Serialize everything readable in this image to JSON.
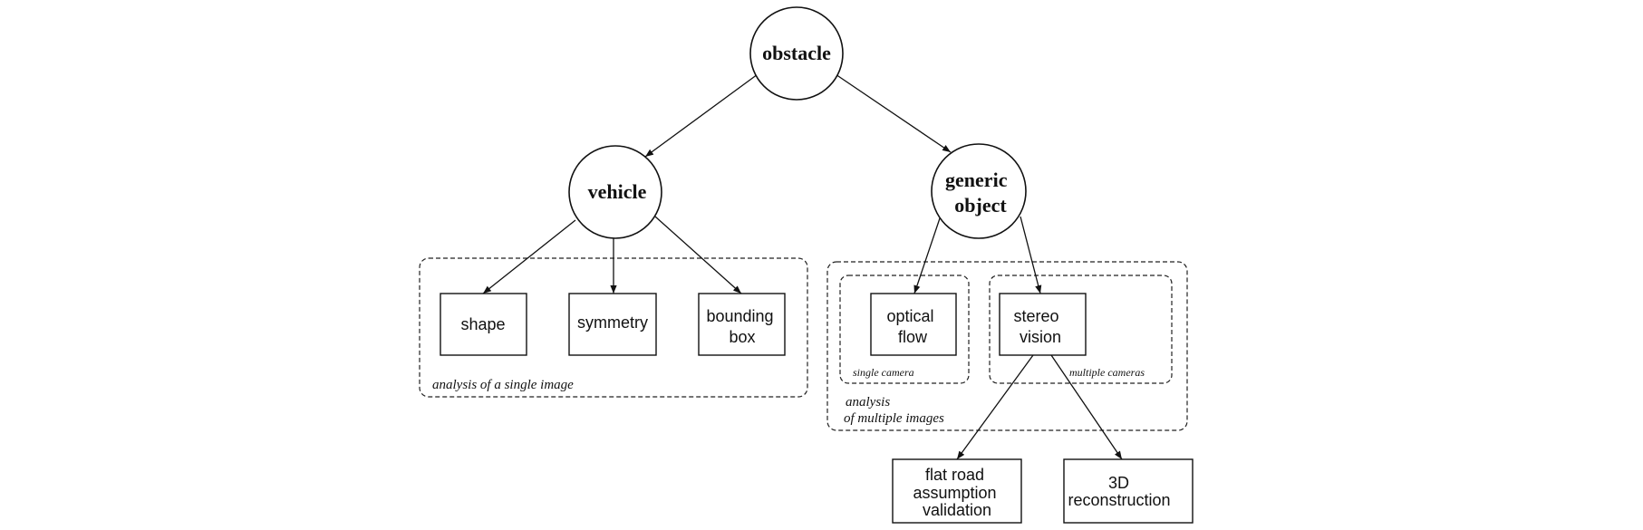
{
  "nodes": {
    "obstacle": "obstacle",
    "vehicle": "vehicle",
    "generic_object": [
      "generic",
      "object"
    ],
    "shape": "shape",
    "symmetry": "symmetry",
    "bounding_box": [
      "bounding",
      "box"
    ],
    "optical_flow": [
      "optical",
      "flow"
    ],
    "stereo_vision": [
      "stereo",
      "vision"
    ],
    "flat_road": [
      "flat road",
      "assumption",
      "validation"
    ],
    "reconstruction": [
      "3D",
      "reconstruction"
    ]
  },
  "groups": {
    "single_image": "analysis of a single image",
    "single_camera": "single camera",
    "multiple_cameras": "multiple cameras",
    "multiple_images": [
      "analysis",
      "of multiple images"
    ]
  }
}
